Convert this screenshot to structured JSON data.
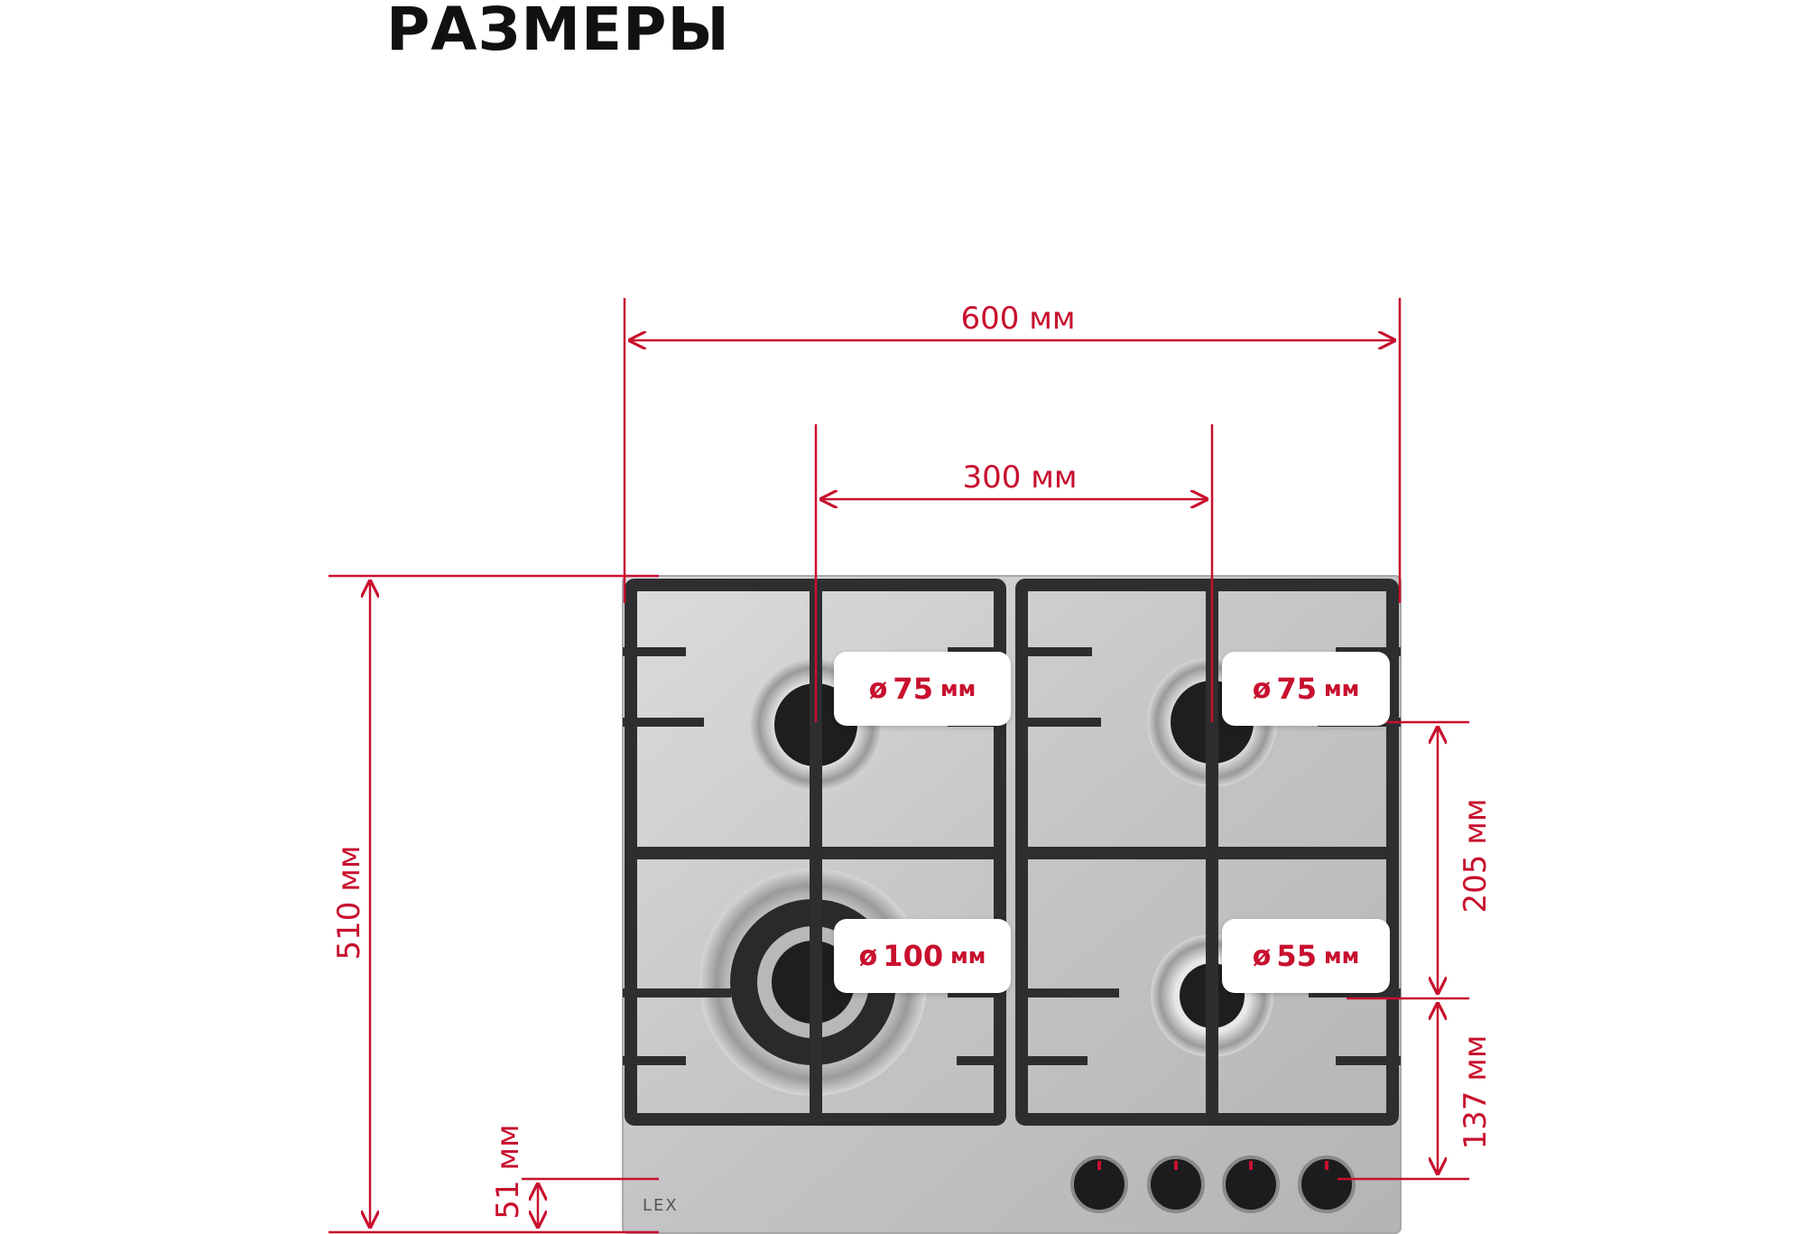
{
  "title": "РАЗМЕРЫ",
  "dimensions": {
    "overall_width": "600 мм",
    "burner_spacing": "300 мм",
    "overall_depth": "510 мм",
    "right_upper": "205 мм",
    "right_lower": "137 мм",
    "control_strip": "51 мм"
  },
  "burners": [
    {
      "symbol": "ø",
      "value": "75",
      "unit": "мм"
    },
    {
      "symbol": "ø",
      "value": "75",
      "unit": "мм"
    },
    {
      "symbol": "ø",
      "value": "100",
      "unit": "мм"
    },
    {
      "symbol": "ø",
      "value": "55",
      "unit": "мм"
    }
  ],
  "brand": "LEX",
  "colors": {
    "dimension": "#c8102e",
    "steel": "#c9c9cb",
    "grate": "#2e2e30"
  }
}
